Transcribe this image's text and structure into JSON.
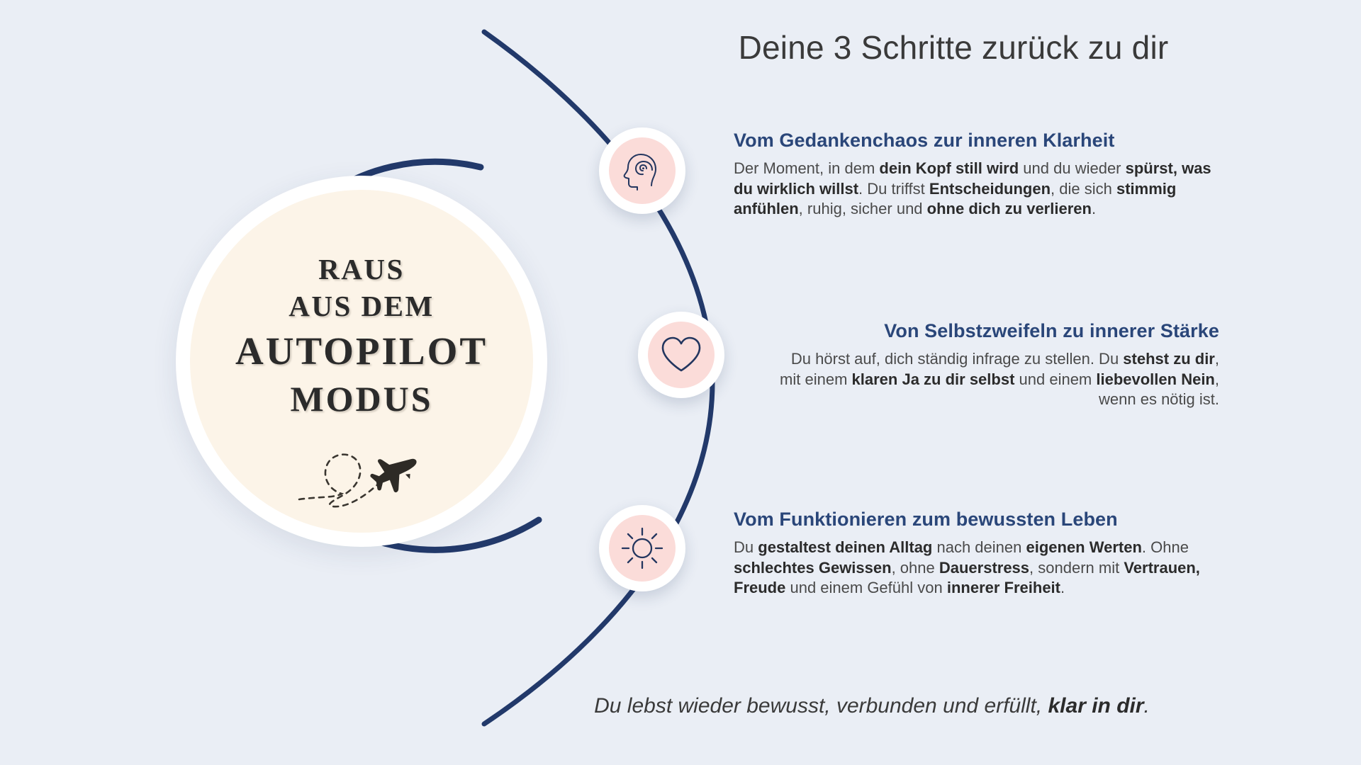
{
  "title": "Deine 3 Schritte zurück zu dir",
  "emblem": {
    "line1": "RAUS",
    "line2": "AUS DEM",
    "line3": "AUTOPILOT",
    "line4": "MODUS",
    "icon": "airplane-dashed-path-icon"
  },
  "steps": [
    {
      "icon": "head-spiral-icon",
      "heading": "Vom Gedankenchaos zur inneren Klarheit",
      "body_html": "Der Moment, in dem <b>dein Kopf still wird</b> und du wieder <b>spürst, was du wirklich willst</b>. Du triffst <b>Entscheidungen</b>, die sich <b>stimmig anfühlen</b>, ruhig, sicher und <b>ohne dich zu verlieren</b>.",
      "body_plain": "Der Moment, in dem dein Kopf still wird und du wieder spürst, was du wirklich willst. Du triffst Entscheidungen, die sich stimmig anfühlen, ruhig, sicher und ohne dich zu verlieren."
    },
    {
      "icon": "heart-outline-icon",
      "heading": "Von Selbstzweifeln zu innerer Stärke",
      "body_html": "Du hörst auf, dich ständig infrage zu stellen. Du <b>stehst zu dir</b>, mit einem <b>klaren Ja zu dir selbst</b> und einem <b>liebevollen Nein</b>, wenn es nötig ist.",
      "body_plain": "Du hörst auf, dich ständig infrage zu stellen. Du stehst zu dir, mit einem klaren Ja zu dir selbst und einem liebevollen Nein, wenn es nötig ist."
    },
    {
      "icon": "sun-outline-icon",
      "heading": "Vom Funktionieren zum bewussten Leben",
      "body_html": "Du <b>gestaltest deinen Alltag</b> nach deinen <b>eigenen Werten</b>. Ohne <b>schlechtes Gewissen</b>, ohne <b>Dauerstress</b>, sondern mit <b>Vertrauen, Freude</b> und einem Gefühl von <b>innerer Freiheit</b>.",
      "body_plain": "Du gestaltest deinen Alltag nach deinen eigenen Werten. Ohne schlechtes Gewissen, ohne Dauerstress, sondern mit Vertrauen, Freude und einem Gefühl von innerer Freiheit."
    }
  ],
  "footer_html": "Du lebst wieder bewusst, verbunden und erfüllt, <b>klar in dir</b>.",
  "footer_plain": "Du lebst wieder bewusst, verbunden und erfüllt, klar in dir.",
  "colors": {
    "background": "#eaeef5",
    "navy": "#2a4679",
    "navy_dark": "#22396a",
    "pink": "#fbdcd9",
    "cream": "#fcf4e8",
    "heading_text": "#2a4679",
    "body_text": "#4a4a4a",
    "title_text": "#3a3a3a"
  }
}
